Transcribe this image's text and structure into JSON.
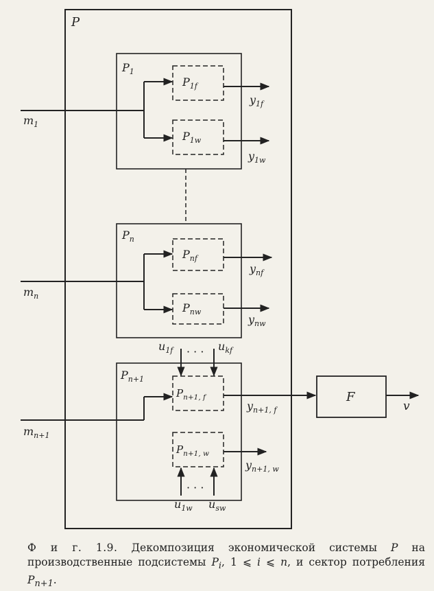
{
  "diagram": {
    "outer_label": "P",
    "blocks": [
      {
        "label": "P",
        "label_sub": "1",
        "input": "m",
        "input_sub": "1",
        "sub_f": "P",
        "sub_f_sub": "1f",
        "sub_w": "P",
        "sub_w_sub": "1w",
        "out_f": "y",
        "out_f_sub": "1f",
        "out_w": "y",
        "out_w_sub": "1w"
      },
      {
        "label": "P",
        "label_sub": "n",
        "input": "m",
        "input_sub": "n",
        "sub_f": "P",
        "sub_f_sub": "nf",
        "sub_w": "P",
        "sub_w_sub": "nw",
        "out_f": "y",
        "out_f_sub": "nf",
        "out_w": "y",
        "out_w_sub": "nw"
      },
      {
        "label": "P",
        "label_sub": "n+1",
        "input": "m",
        "input_sub": "n+1",
        "sub_f": "P",
        "sub_f_sub": "n+1, f",
        "sub_w": "P",
        "sub_w_sub": "n+1, w",
        "out_f": "y",
        "out_f_sub": "n+1, f",
        "out_w": "y",
        "out_w_sub": "n+1, w"
      }
    ],
    "inputs_top": [
      {
        "main": "u",
        "sub": "1f"
      },
      {
        "main": "u",
        "sub": "kf"
      }
    ],
    "inputs_bottom": [
      {
        "main": "u",
        "sub": "1w"
      },
      {
        "main": "u",
        "sub": "sw"
      }
    ],
    "ellipsis": "· · ·",
    "consumer": "F",
    "output": "v"
  },
  "caption": {
    "lead": "Ф и г. 1.9.",
    "text1": " Декомпозиция экономической системы ",
    "P": "P",
    "text2": " на производственные подсистемы ",
    "Pi": "P",
    "Pi_sub": "i",
    "text3": ", 1 ⩽ ",
    "i": "i",
    "text4": " ⩽ ",
    "n": "n",
    "text5": ", и сектор потребления ",
    "Pn1": "P",
    "Pn1_sub": "n+1",
    "text6": "."
  }
}
